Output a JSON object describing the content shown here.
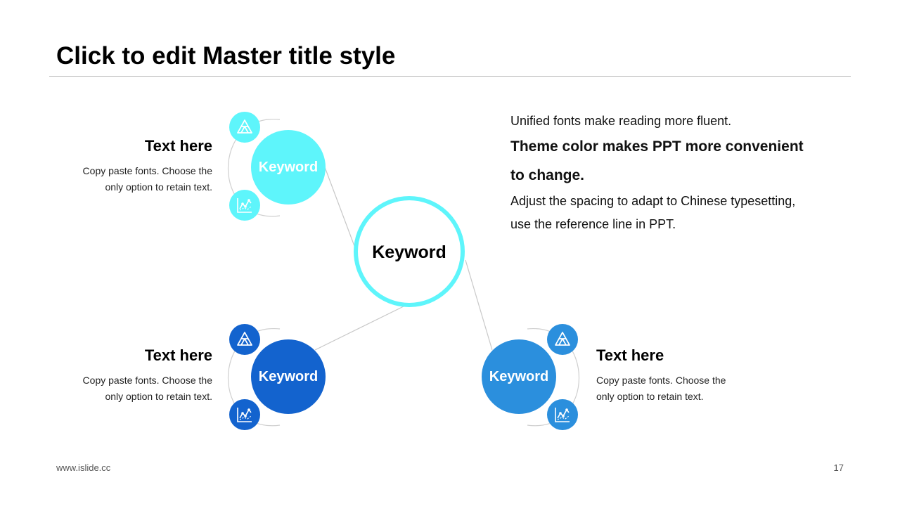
{
  "slide": {
    "title": "Click to edit Master title style",
    "footer_url": "www.islide.cc",
    "page_number": "17"
  },
  "colors": {
    "cyan": "#5EF5FB",
    "blue_dark": "#1363CE",
    "blue_mid": "#2B8FDD",
    "line": "#C8C8C8"
  },
  "center": {
    "label": "Keyword"
  },
  "nodes": [
    {
      "label": "Keyword",
      "heading": "Text here",
      "desc_line1": "Copy paste fonts. Choose the",
      "desc_line2": "only option to retain text.",
      "icons": [
        "triangle-layers-icon",
        "line-chart-icon"
      ]
    },
    {
      "label": "Keyword",
      "heading": "Text here",
      "desc_line1": "Copy paste fonts. Choose the",
      "desc_line2": "only option to retain text.",
      "icons": [
        "triangle-layers-icon",
        "line-chart-icon"
      ]
    },
    {
      "label": "Keyword",
      "heading": "Text here",
      "desc_line1": "Copy paste fonts. Choose the",
      "desc_line2": "only option to retain text.",
      "icons": [
        "triangle-layers-icon",
        "line-chart-icon"
      ]
    }
  ],
  "right_text": {
    "line1": "Unified fonts make reading more fluent.",
    "line2a": "Theme color makes PPT more convenient",
    "line2b": "to change.",
    "line3a": "Adjust the spacing to adapt to Chinese typesetting,",
    "line3b": "use the reference  line in PPT."
  }
}
